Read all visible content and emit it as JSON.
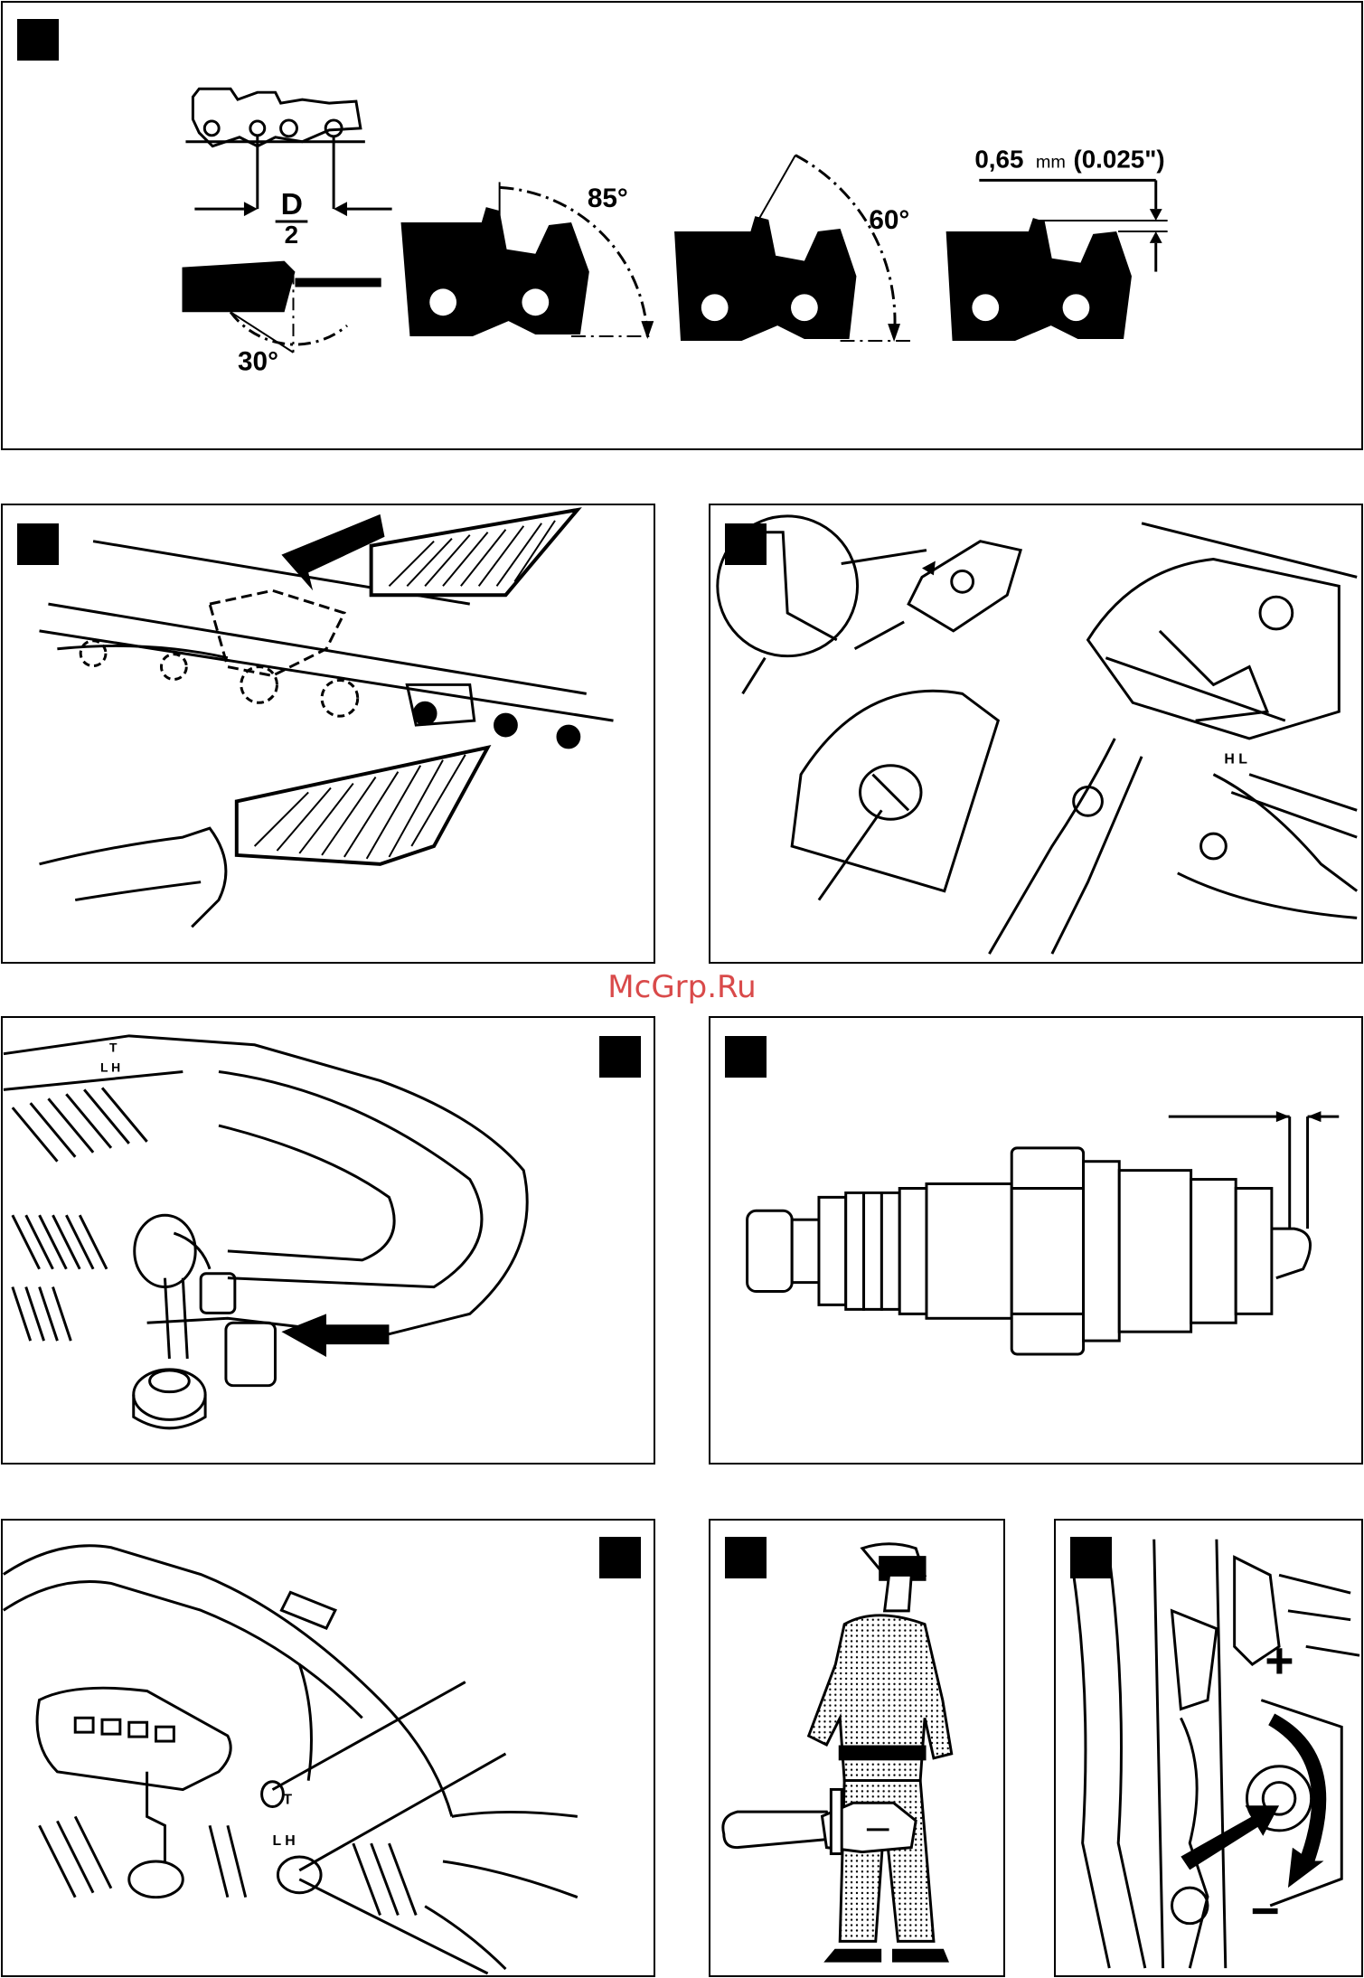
{
  "watermark": "McGrp.Ru",
  "panel1": {
    "pitch_label": "D",
    "pitch_divisor": "2",
    "angle_top_plate": "85°",
    "angle_side_plate": "60°",
    "angle_file": "30°",
    "depth_gauge_value": "0,65",
    "depth_gauge_unit": "mm",
    "depth_gauge_inch": "(0.025\")"
  },
  "panel9": {
    "plus_sign": "+",
    "minus_sign": "−"
  },
  "colors": {
    "ink": "#000000",
    "watermark": "#d94a4a",
    "paper": "#ffffff"
  }
}
